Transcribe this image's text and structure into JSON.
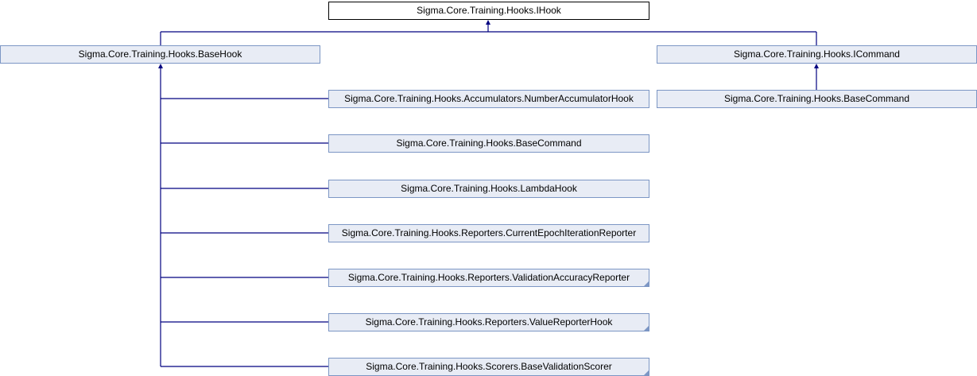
{
  "diagram": {
    "type": "class-inheritance",
    "root": {
      "label": "Sigma.Core.Training.Hooks.IHook"
    },
    "base_hook": {
      "label": "Sigma.Core.Training.Hooks.BaseHook"
    },
    "icommand": {
      "label": "Sigma.Core.Training.Hooks.ICommand"
    },
    "icommand_child": {
      "label": "Sigma.Core.Training.Hooks.BaseCommand"
    },
    "base_hook_children": [
      {
        "label": "Sigma.Core.Training.Hooks.Accumulators.NumberAccumulatorHook",
        "has_more": false
      },
      {
        "label": "Sigma.Core.Training.Hooks.BaseCommand",
        "has_more": false
      },
      {
        "label": "Sigma.Core.Training.Hooks.LambdaHook",
        "has_more": false
      },
      {
        "label": "Sigma.Core.Training.Hooks.Reporters.CurrentEpochIterationReporter",
        "has_more": false
      },
      {
        "label": "Sigma.Core.Training.Hooks.Reporters.ValidationAccuracyReporter",
        "has_more": true
      },
      {
        "label": "Sigma.Core.Training.Hooks.Reporters.ValueReporterHook",
        "has_more": true
      },
      {
        "label": "Sigma.Core.Training.Hooks.Scorers.BaseValidationScorer",
        "has_more": true
      }
    ],
    "colors": {
      "edge": "#000080",
      "node_fill": "#e8ecf5",
      "node_border": "#7c96c4",
      "root_fill": "#ffffff",
      "root_border": "#000000"
    }
  }
}
